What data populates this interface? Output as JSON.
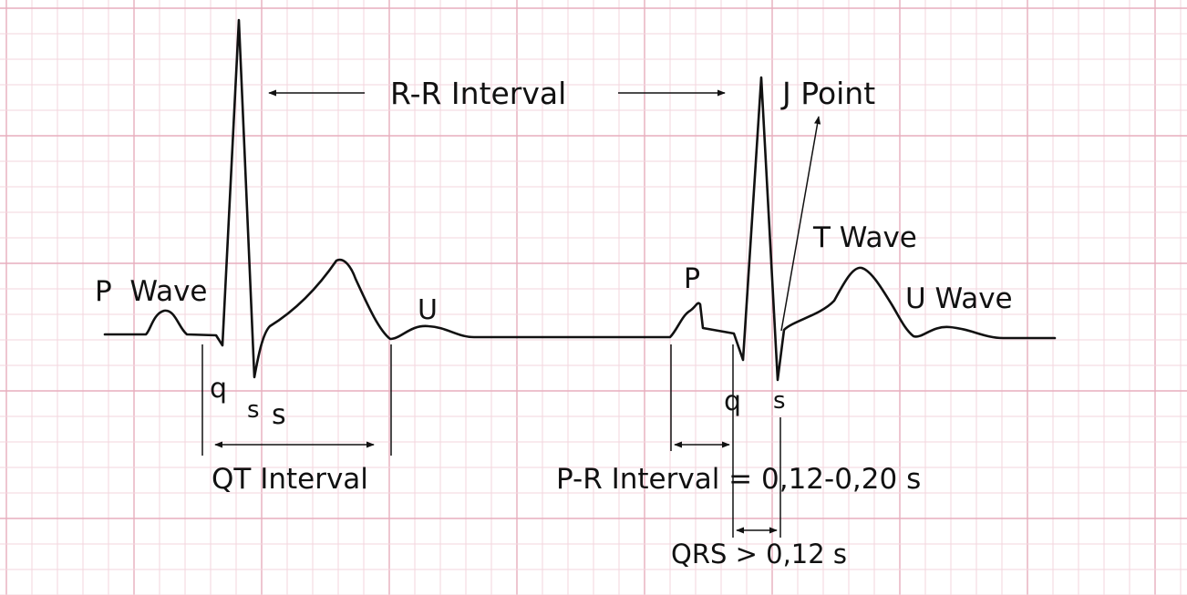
{
  "colors": {
    "background": "#ffffff",
    "grid_minor": "#f3d6de",
    "grid_major": "#e7aebd",
    "trace": "#111111",
    "text": "#111111"
  },
  "labels": {
    "rr_interval": "R-R Interval",
    "j_point": "J Point",
    "t_wave": "T Wave",
    "p_wave_first": "P  Wave",
    "u_first": "U",
    "p_second": "P",
    "u_wave_second": "U Wave",
    "q_first": "q",
    "s_first_small": "s",
    "s_first": "s",
    "q_second": "q",
    "s_second": "s",
    "qt_interval": "QT Interval",
    "pr_interval": "P-R Interval = 0,12-0,20 s",
    "qrs": "QRS > 0,12 s"
  }
}
